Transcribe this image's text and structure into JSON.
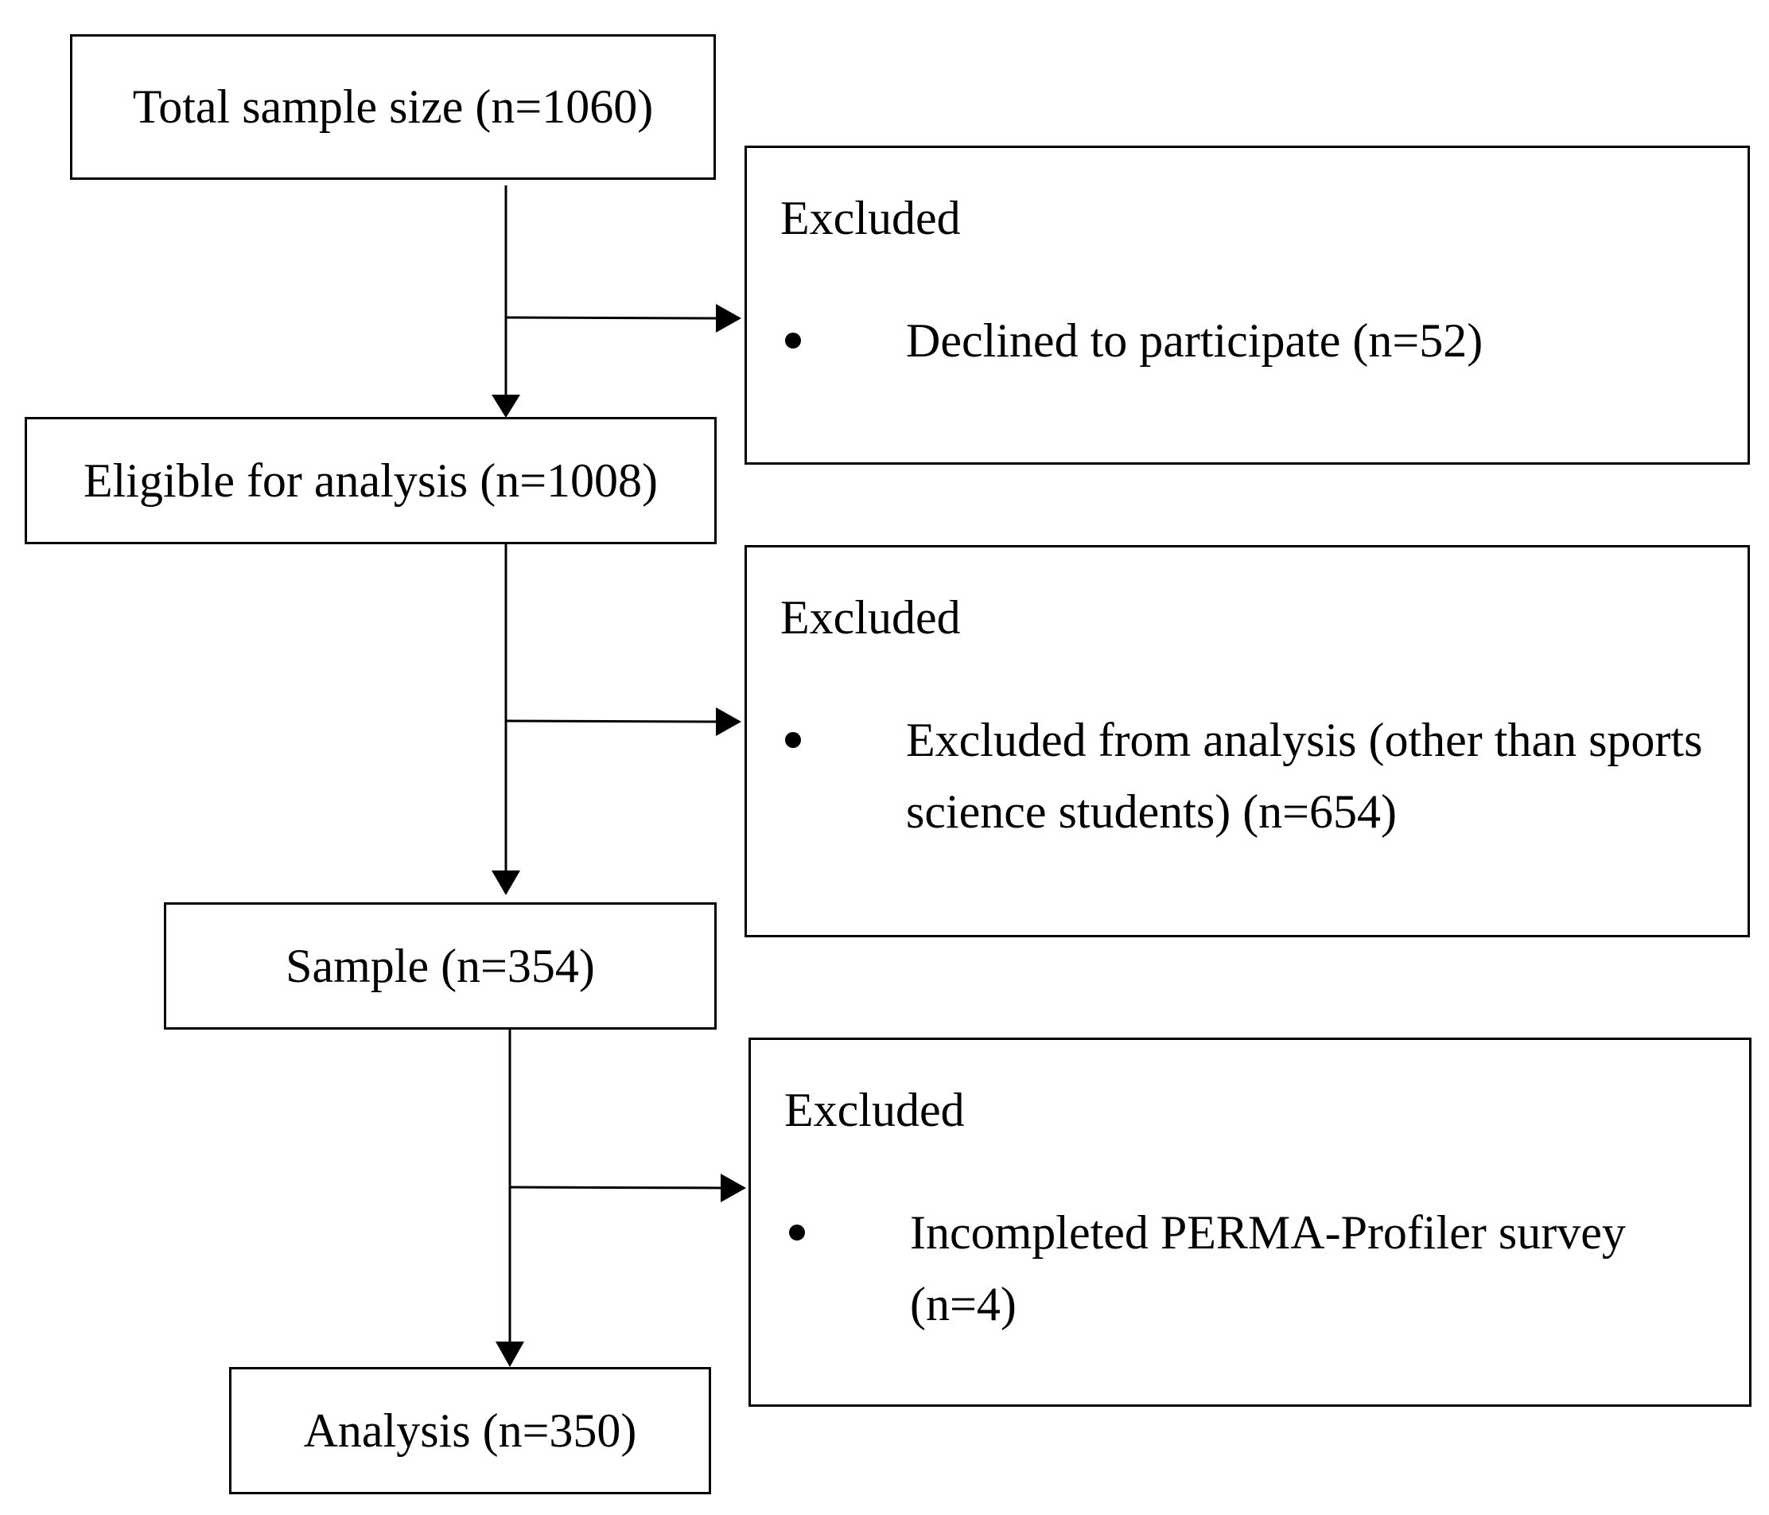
{
  "stages": [
    {
      "label": "Total sample size (n=1060)"
    },
    {
      "label": "Eligible for analysis (n=1008)"
    },
    {
      "label": "Sample (n=354)"
    },
    {
      "label": "Analysis (n=350)"
    }
  ],
  "exclusions": [
    {
      "title": "Excluded",
      "reason": "Declined to participate (n=52)"
    },
    {
      "title": "Excluded",
      "reason": "Excluded from analysis (other than sports science students) (n=654)"
    },
    {
      "title": "Excluded",
      "reason": "Incompleted PERMA-Profiler survey (n=4)"
    }
  ]
}
